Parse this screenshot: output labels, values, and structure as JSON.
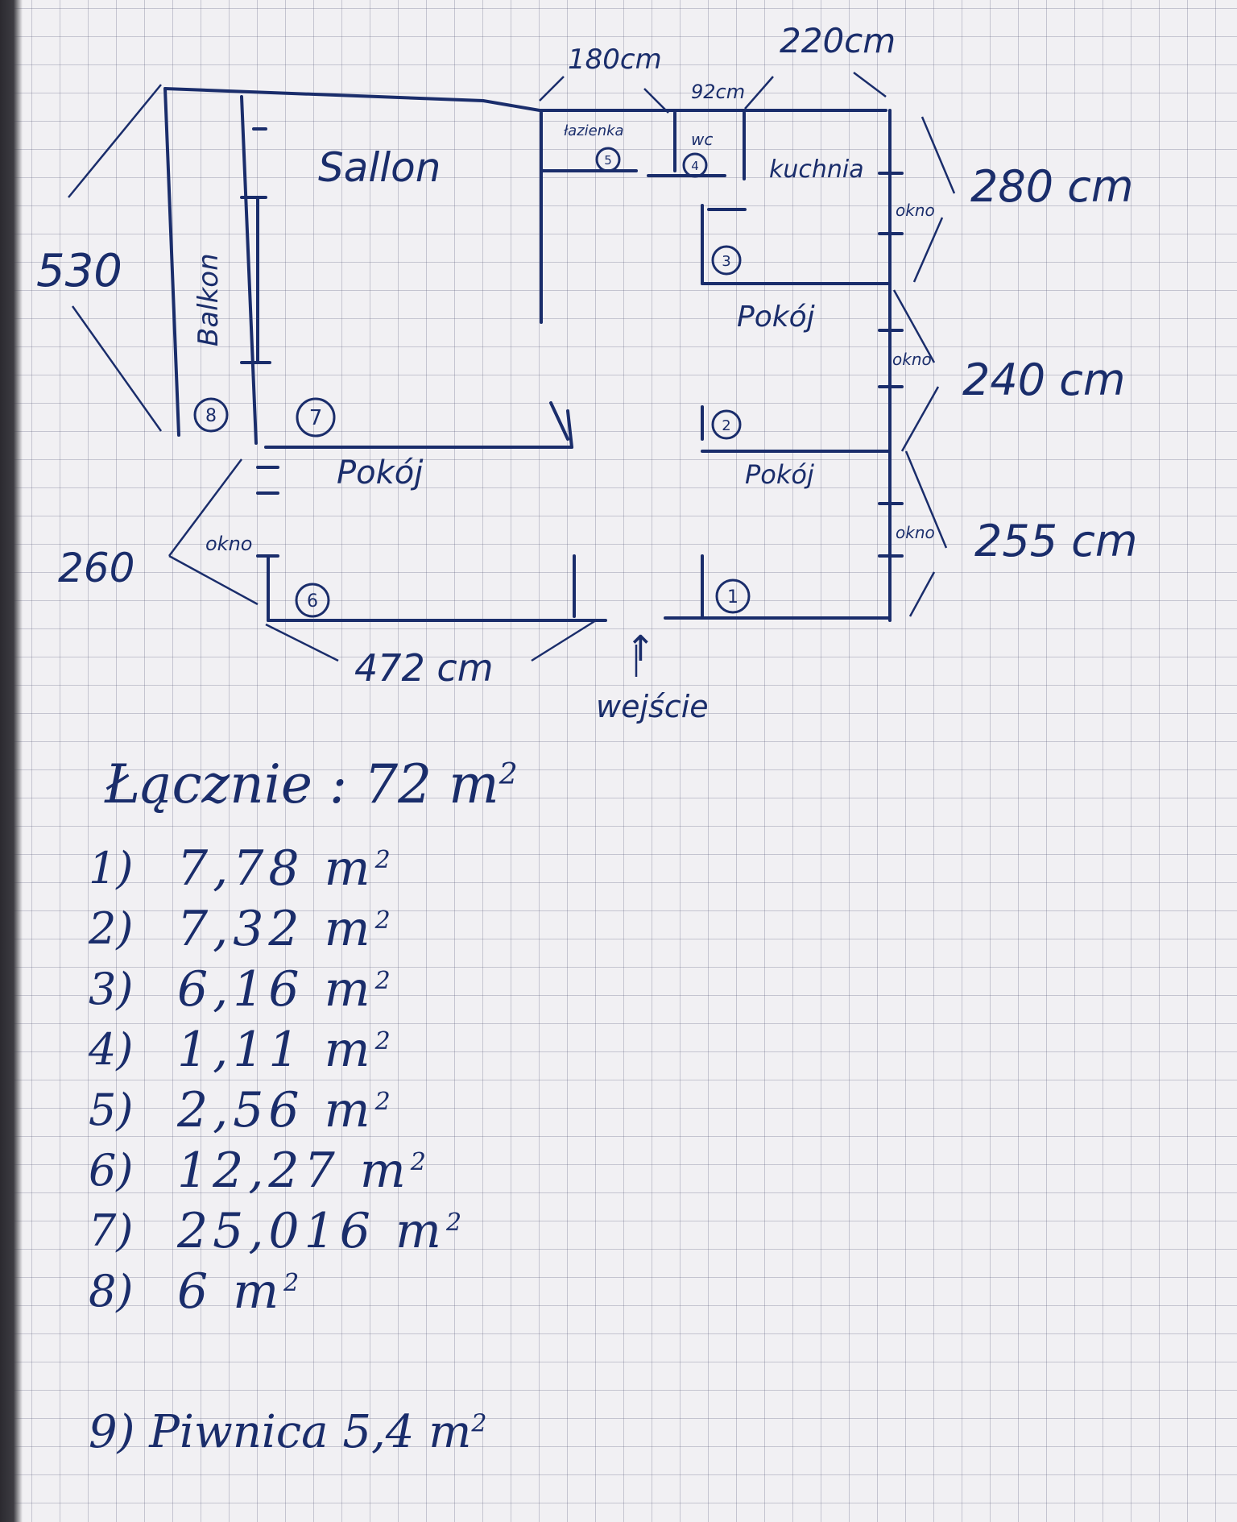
{
  "plan": {
    "rooms": {
      "salon": "Sallon",
      "balkon": "Balkon",
      "lazienka": "łazienka",
      "wc": "wc",
      "kuchnia": "kuchnia",
      "pokoj_left": "Pokój",
      "pokoj_right_upper": "Pokój",
      "pokoj_right_lower": "Pokój"
    },
    "markers": [
      "1",
      "2",
      "3",
      "4",
      "5",
      "6",
      "7",
      "8"
    ],
    "window_labels": [
      "okno",
      "okno",
      "okno",
      "okno"
    ],
    "dimensions": {
      "top_180": "180cm",
      "top_92": "92cm",
      "top_220": "220cm",
      "left_530": "530",
      "left_260": "260",
      "bottom_472": "472 cm",
      "right_280": "280 cm",
      "right_240": "240 cm",
      "right_255": "255 cm"
    },
    "entrance": "wejście",
    "entrance_arrow": "↑"
  },
  "totals": {
    "label": "Łącznie",
    "separator": ":",
    "value": "72",
    "unit": "m",
    "exp": "2"
  },
  "areas": [
    {
      "num": "1)",
      "value": "7,78",
      "unit": "m",
      "exp": "2"
    },
    {
      "num": "2)",
      "value": "7,32",
      "unit": "m",
      "exp": "2"
    },
    {
      "num": "3)",
      "value": "6,16",
      "unit": "m",
      "exp": "2"
    },
    {
      "num": "4)",
      "value": "1,11",
      "unit": "m",
      "exp": "2"
    },
    {
      "num": "5)",
      "value": "2,56",
      "unit": "m",
      "exp": "2"
    },
    {
      "num": "6)",
      "value": "12,27",
      "unit": "m",
      "exp": "2"
    },
    {
      "num": "7)",
      "value": "25,016",
      "unit": "m",
      "exp": "2"
    },
    {
      "num": "8)",
      "value": "6",
      "unit": "m",
      "exp": "2"
    }
  ],
  "extra": {
    "num": "9)",
    "label": "Piwnica",
    "value": "5,4",
    "unit": "m",
    "exp": "2"
  },
  "colors": {
    "ink": "#1a2d6b",
    "paper": "#f1f0f3",
    "grid": "#8a8aa8"
  }
}
